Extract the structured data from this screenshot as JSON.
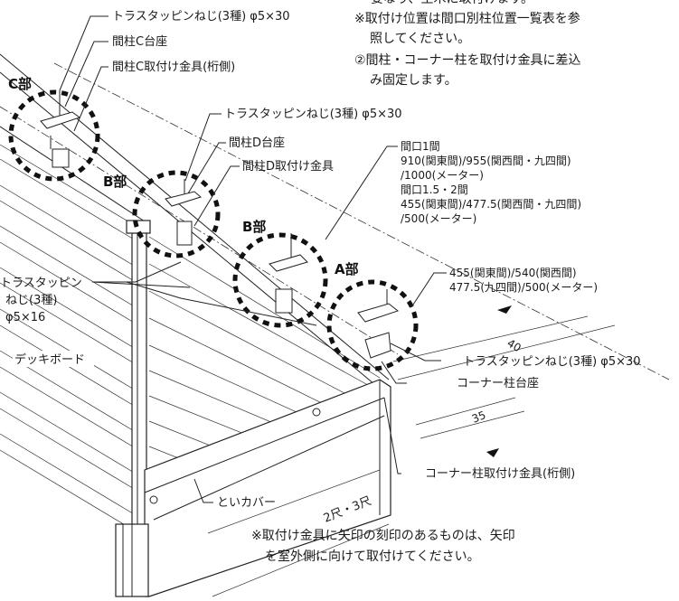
{
  "top_notes": {
    "partial_top": "要なり、土木に取付けます。",
    "line1": "※取付け位置は間口別柱位置一覧表を参",
    "line2": "照してください。",
    "line3": "②間柱・コーナー柱を取付け金具に差込",
    "line4": "み固定します。"
  },
  "bottom_note": {
    "line1": "※取付け金具に矢印の刻印のあるものは、矢印",
    "line2": "を室外側に向けて取付けてください。"
  },
  "parts": {
    "c": "C部",
    "b1": "B部",
    "b2": "B部",
    "a": "A部"
  },
  "labels": {
    "screw_top": "トラスタッピンねじ(3種) φ5×30",
    "post_c_base": "間柱C台座",
    "post_c_bracket": "間柱C取付け金具(桁側)",
    "screw_mid": "トラスタッピンねじ(3種) φ5×30",
    "post_d_base": "間柱D台座",
    "post_d_bracket": "間柱D取付け金具",
    "screw_left_1": "トラスタッピン",
    "screw_left_2": "ねじ(3種)",
    "screw_left_3": "φ5×16",
    "deck_board": "デッキボード",
    "gutter_cover": "といカバー",
    "screw_right": "トラスタッピンねじ(3種) φ5×30",
    "corner_base": "コーナー柱台座",
    "corner_bracket": "コーナー柱取付け金具(桁側)"
  },
  "spans": {
    "line1": "間口1間",
    "line2": "910(関東間)/955(関西間・九四間)",
    "line3": "/1000(メーター)",
    "line4": "間口1.5・2間",
    "line5": "455(関東間)/477.5(関西間・九四間)",
    "line6": "/500(メーター)"
  },
  "offsets": {
    "line1": "455(関東間)/540(関西間)",
    "line2": "477.5(九四間)/500(メーター)"
  },
  "dims": {
    "d40": "40",
    "d35": "35",
    "length": "2尺・3尺"
  }
}
